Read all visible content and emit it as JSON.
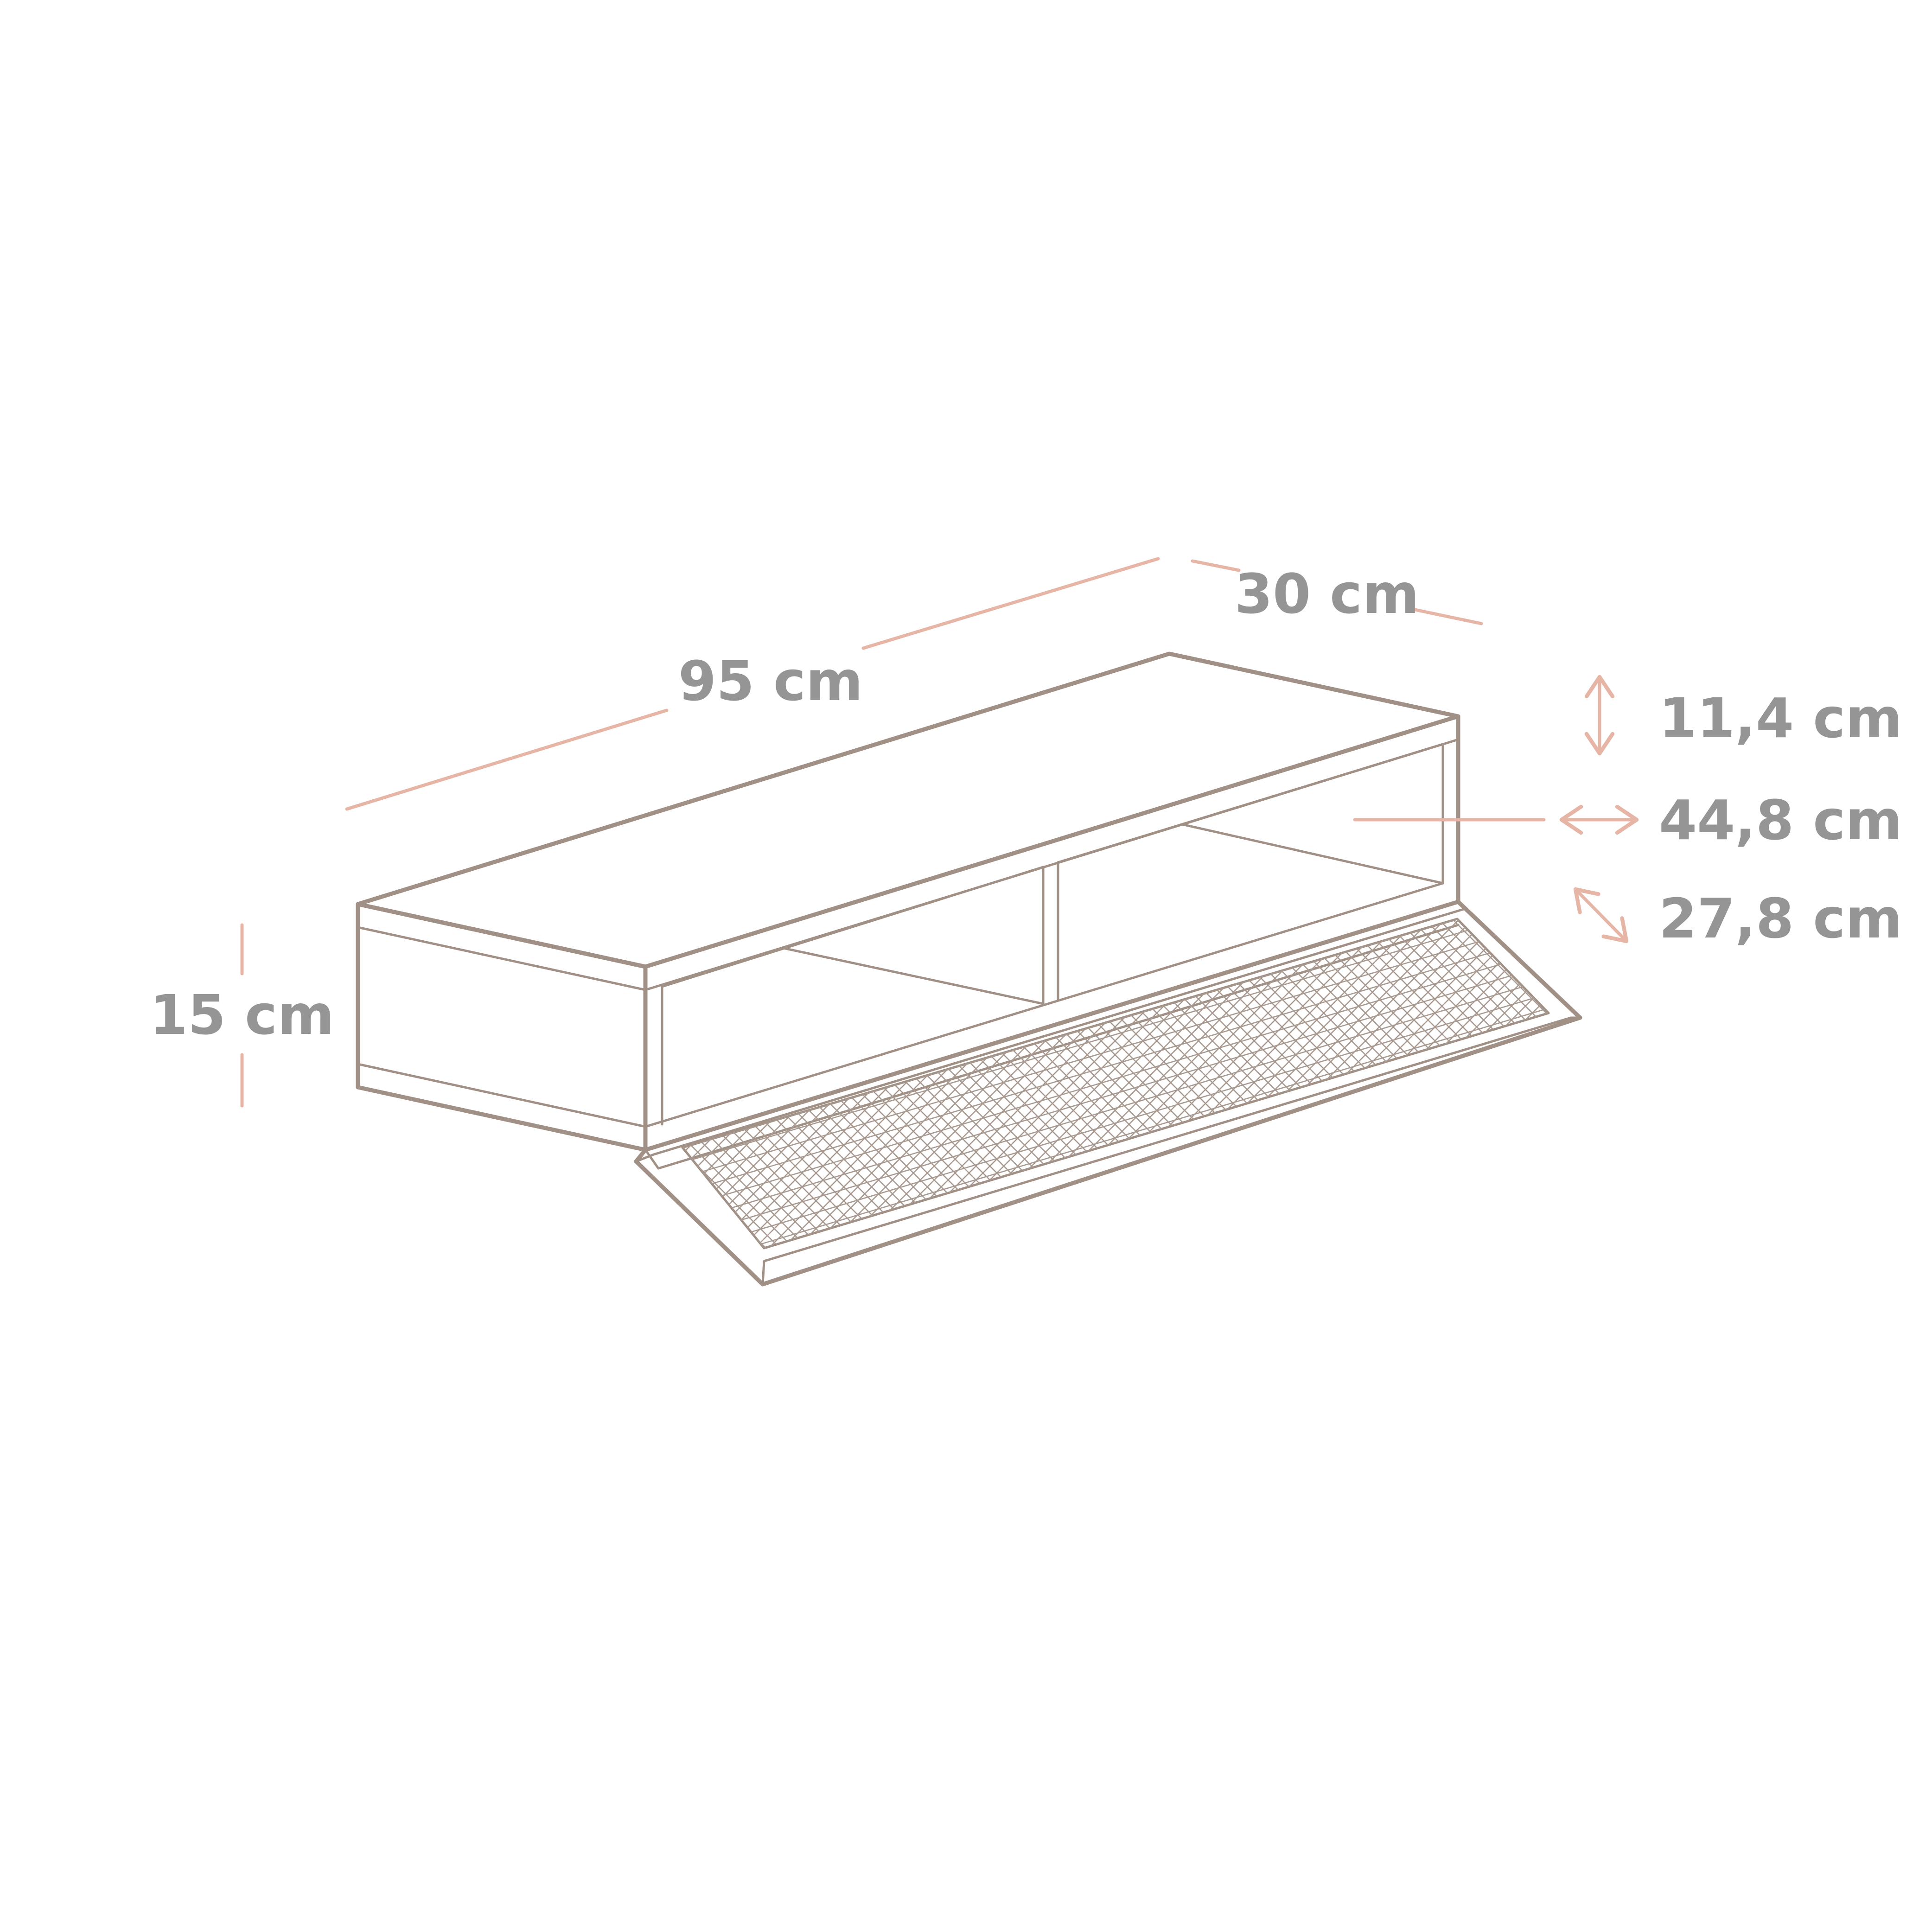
{
  "dimensions": {
    "width": "95 cm",
    "depth": "30 cm",
    "height": "15 cm",
    "compartment_height": "11,4 cm",
    "compartment_width": "44,8 cm",
    "compartment_depth": "27,8 cm"
  },
  "colors": {
    "outline": "#a09085",
    "dimension_line": "#e6b5a6",
    "label_text": "#959595",
    "background": "#ffffff"
  }
}
